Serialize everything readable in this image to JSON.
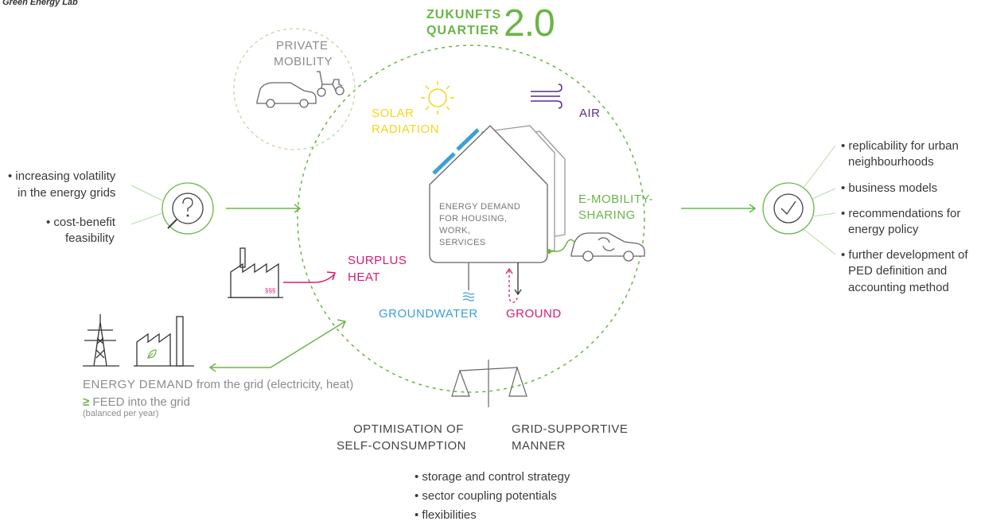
{
  "header": {
    "brand": "Green Energy Lab"
  },
  "title": {
    "line1": "ZUKUNFTS",
    "line2": "QUARTIER",
    "version": "2.0"
  },
  "private_mobility": {
    "line1": "PRIVATE",
    "line2": "MOBILITY"
  },
  "solar": {
    "line1": "SOLAR",
    "line2": "RADIATION"
  },
  "air": {
    "label": "AIR"
  },
  "house": {
    "line1": "ENERGY DEMAND",
    "line2": "FOR HOUSING,",
    "line3": "WORK,",
    "line4": "SERVICES"
  },
  "emobility": {
    "line1": "E-MOBILITY-",
    "line2": "SHARING"
  },
  "surplus": {
    "line1": "SURPLUS",
    "line2": "HEAT"
  },
  "groundwater": {
    "label": "GROUNDWATER"
  },
  "ground": {
    "label": "GROUND"
  },
  "challenges": {
    "item1_line1": "• increasing volatility",
    "item1_line2": "in the energy grids",
    "item2_line1": "• cost-benefit",
    "item2_line2": "feasibility"
  },
  "outcomes": {
    "item1_line1": "• replicability for urban",
    "item1_line2": "neighbourhoods",
    "item2": "• business models",
    "item3_line1": "• recommendations for",
    "item3_line2": "energy policy",
    "item4_line1": "• further development of",
    "item4_line2": "PED definition and",
    "item4_line3": "accounting method"
  },
  "grid": {
    "demand_strong": "ENERGY DEMAND",
    "demand_rest": " from the grid (electricity, heat)",
    "feed_symbol": "≥",
    "feed_rest": " FEED into the grid",
    "note": "(balanced per year)"
  },
  "balance": {
    "left_line1": "OPTIMISATION OF",
    "left_line2": "SELF-CONSUMPTION",
    "right_line1": "GRID-SUPPORTIVE",
    "right_line2": "MANNER"
  },
  "strategies": {
    "item1": "• storage and control strategy",
    "item2": "• sector coupling potentials",
    "item3": "• flexibilities"
  },
  "colors": {
    "green": "#6ab547",
    "gray": "#8c8c8c",
    "pink": "#d81b70",
    "blue": "#3aa0d8",
    "yellow": "#f2d61c",
    "purple": "#5b2d86"
  },
  "icons": [
    "question-magnifier-icon",
    "checkmark-magnifier-icon",
    "sun-icon",
    "wind-icon",
    "house-icon",
    "car-icon",
    "scooter-icon",
    "electric-car-icon",
    "factory-icon",
    "power-pylon-icon",
    "green-factory-icon",
    "balance-scale-icon",
    "water-icon"
  ]
}
